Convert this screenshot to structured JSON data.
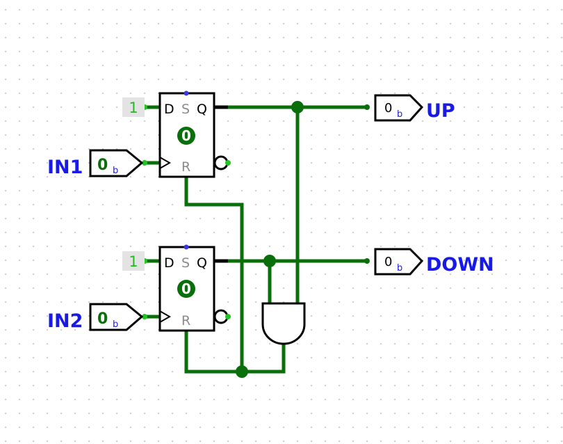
{
  "colors": {
    "wire_on": "#0a6e0a",
    "port_green": "#22c422",
    "component_stroke": "#000000",
    "label_blue": "#1a1ae6",
    "const_bg": "#e3e3e3",
    "const_text": "#22bb22",
    "state_fill": "#0a6e0a",
    "sr_label": "#8a8a8a",
    "grid_dot": "#8a8a8a"
  },
  "icons": {
    "flipflop": "d-flip-flop-icon",
    "and_gate": "and-gate-icon",
    "input_pin": "input-pin-icon",
    "output_pin": "output-pin-icon",
    "junction": "wire-junction-dot"
  },
  "flipflops": [
    {
      "d_label": "D",
      "s_label": "S",
      "q_label": "Q",
      "r_label": "R",
      "state": "0",
      "const_value": "1"
    },
    {
      "d_label": "D",
      "s_label": "S",
      "q_label": "Q",
      "r_label": "R",
      "state": "0",
      "const_value": "1"
    }
  ],
  "inputs": [
    {
      "label": "IN1",
      "value": "0",
      "suffix": "b"
    },
    {
      "label": "IN2",
      "value": "0",
      "suffix": "b"
    }
  ],
  "outputs": [
    {
      "label": "UP",
      "value": "0",
      "suffix": "b"
    },
    {
      "label": "DOWN",
      "value": "0",
      "suffix": "b"
    }
  ]
}
